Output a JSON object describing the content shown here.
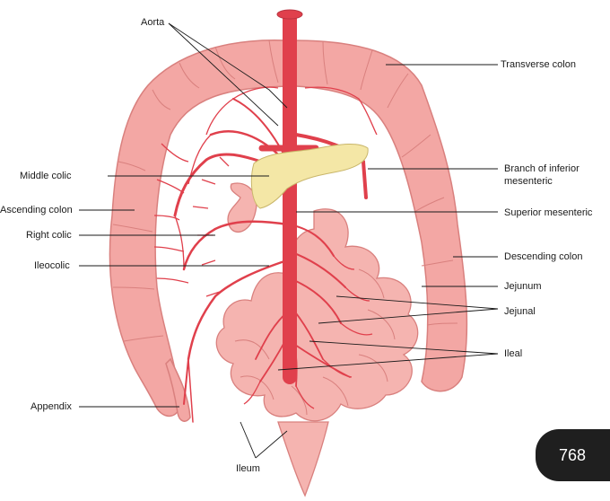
{
  "labels": {
    "aorta": "Aorta",
    "transverse_colon": "Transverse colon",
    "branch_inferior_mesenteric": [
      "Branch of inferior",
      "mesenteric"
    ],
    "middle_colic": "Middle colic",
    "ascending_colon": "Ascending colon",
    "superior_mesenteric": "Superior mesenteric",
    "right_colic": "Right colic",
    "ileocolic": "Ileocolic",
    "descending_colon": "Descending colon",
    "jejunum": "Jejunum",
    "jejunal": "Jejunal",
    "ileal": "Ileal",
    "appendix": "Appendix",
    "ileum": "Ileum"
  },
  "page_badge": "768",
  "colors": {
    "bowel": "#f3a7a4",
    "bowel_edge": "#d9807e",
    "artery": "#e0404c",
    "pancreas": "#f4e7a6",
    "leader": "#1a1a1a"
  }
}
